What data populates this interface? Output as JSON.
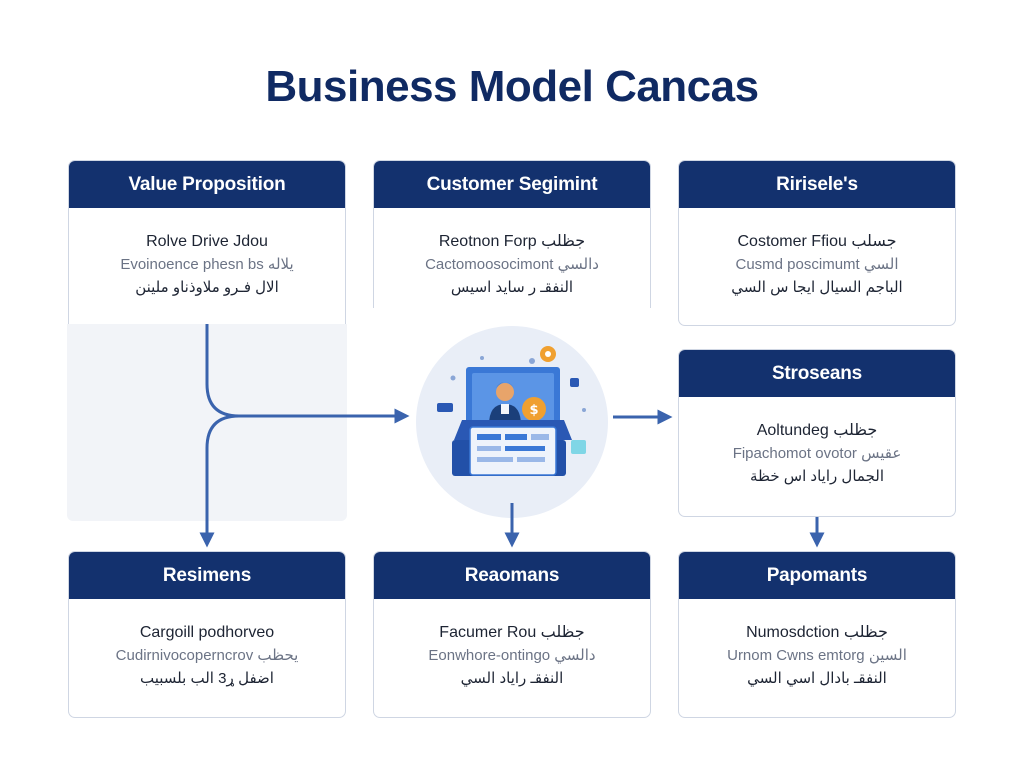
{
  "title": "Business Model Cancas",
  "colors": {
    "header_bg": "#13316e",
    "arrow": "#3a63ad",
    "hub_bg": "#e9eef7",
    "accent_orange": "#f0a030"
  },
  "cards": {
    "value_proposition": {
      "header": "Value Proposition",
      "line1": "Rolve Drive Jdou",
      "line2": "Evoinoence phesn bs يلاله",
      "line3": "الال فـرو ملاوذناو ملينن"
    },
    "customer_segment": {
      "header": "Customer Segimint",
      "line1": "Reotnon Forp جظلب",
      "line2": "Cactomoosocimont دالسي",
      "line3": "النفقـ ر سايد اسيس"
    },
    "rirusele": {
      "header": "Ririsele's",
      "line1": "Costomer Ffiou جسلب",
      "line2": "Cusmd poscimumt السي",
      "line3": "الباجم السيال ايجا س السي"
    },
    "streseans": {
      "header": "Stroseans",
      "line1": "Aoltundeg جظلب",
      "line2": "Fipachomot ovotor عقيس",
      "line3": "الجمال راياد اس خظة"
    },
    "resimens": {
      "header": "Resimens",
      "line1": "Cargoill podhorveo",
      "line2": "Cudirnivocoperncrov يحظب",
      "line3": "اضفل ړ3 الب بلسبيب"
    },
    "reaomans": {
      "header": "Reaomans",
      "line1": "Facumer Rou جظلب",
      "line2": "Eonwhore-ontingo دالسي",
      "line3": "النفقـ راياد السي"
    },
    "paoponants": {
      "header": "Papomants",
      "line1": "Numosdction جظلب",
      "line2": "Urnom Cwns emtorg السين",
      "line3": "النفقـ بادال اسي السي"
    }
  },
  "hub": {
    "icon": "laptop-person-icon"
  }
}
